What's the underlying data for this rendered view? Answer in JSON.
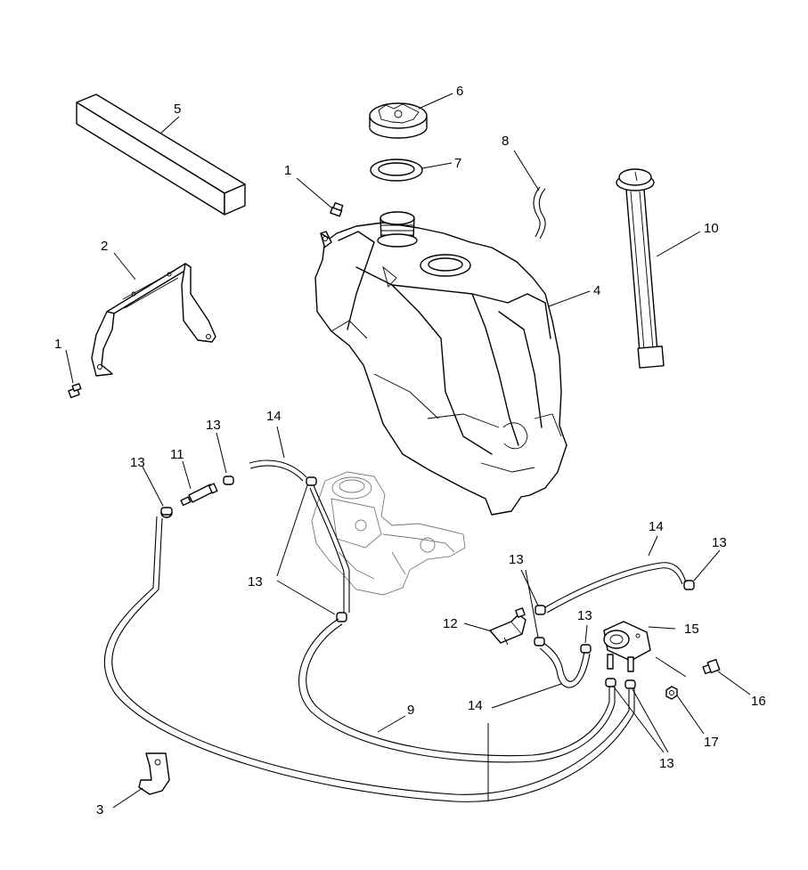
{
  "callouts": {
    "c1a": "1",
    "c1b": "1",
    "c2": "2",
    "c3": "3",
    "c4": "4",
    "c5": "5",
    "c6": "6",
    "c7": "7",
    "c8": "8",
    "c9": "9",
    "c10": "10",
    "c11": "11",
    "c12": "12",
    "c13a": "13",
    "c13b": "13",
    "c13c": "13",
    "c13d": "13",
    "c13e": "13",
    "c13f": "13",
    "c13g": "13",
    "c14a": "14",
    "c14b": "14",
    "c14c": "14",
    "c15": "15",
    "c16": "16",
    "c17": "17"
  }
}
